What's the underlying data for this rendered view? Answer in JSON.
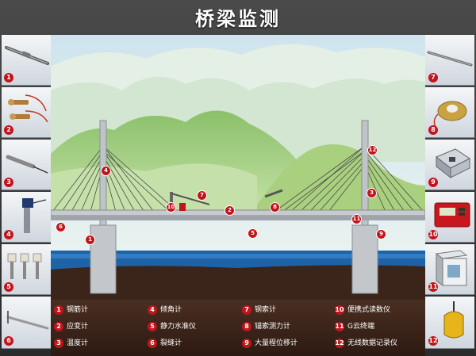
{
  "title": "桥梁监测",
  "colors": {
    "badge": "#c2141b",
    "sky": "#dfeef5",
    "water": "#1e63a8",
    "soil": "#3b2419"
  },
  "thumbs_left": [
    {
      "num": "1",
      "icon": "rebar-meter-icon"
    },
    {
      "num": "2",
      "icon": "strain-gauge-icon"
    },
    {
      "num": "3",
      "icon": "thermometer-icon"
    },
    {
      "num": "4",
      "icon": "inclinometer-icon"
    },
    {
      "num": "5",
      "icon": "level-gauge-icon"
    },
    {
      "num": "6",
      "icon": "crack-meter-icon"
    }
  ],
  "thumbs_right": [
    {
      "num": "7",
      "icon": "cable-meter-icon"
    },
    {
      "num": "8",
      "icon": "anchor-load-cell-icon"
    },
    {
      "num": "9",
      "icon": "displacement-meter-icon"
    },
    {
      "num": "10",
      "icon": "readout-device-icon"
    },
    {
      "num": "11",
      "icon": "cloud-terminal-icon"
    },
    {
      "num": "12",
      "icon": "data-logger-icon"
    }
  ],
  "legend": [
    {
      "num": "1",
      "label": "钢筋计"
    },
    {
      "num": "2",
      "label": "应变计"
    },
    {
      "num": "3",
      "label": "温度计"
    },
    {
      "num": "4",
      "label": "倾角计"
    },
    {
      "num": "5",
      "label": "静力水准仪"
    },
    {
      "num": "6",
      "label": "裂缝计"
    },
    {
      "num": "7",
      "label": "钢索计"
    },
    {
      "num": "8",
      "label": "锚索测力计"
    },
    {
      "num": "9",
      "label": "大量程位移计"
    },
    {
      "num": "10",
      "label": "便携式读数仪"
    },
    {
      "num": "11",
      "label": "G云终端"
    },
    {
      "num": "12",
      "label": "无线数据记录仪"
    }
  ],
  "markers": [
    "1",
    "2",
    "3",
    "4",
    "5",
    "6",
    "7",
    "8",
    "9",
    "10",
    "11",
    "12"
  ]
}
